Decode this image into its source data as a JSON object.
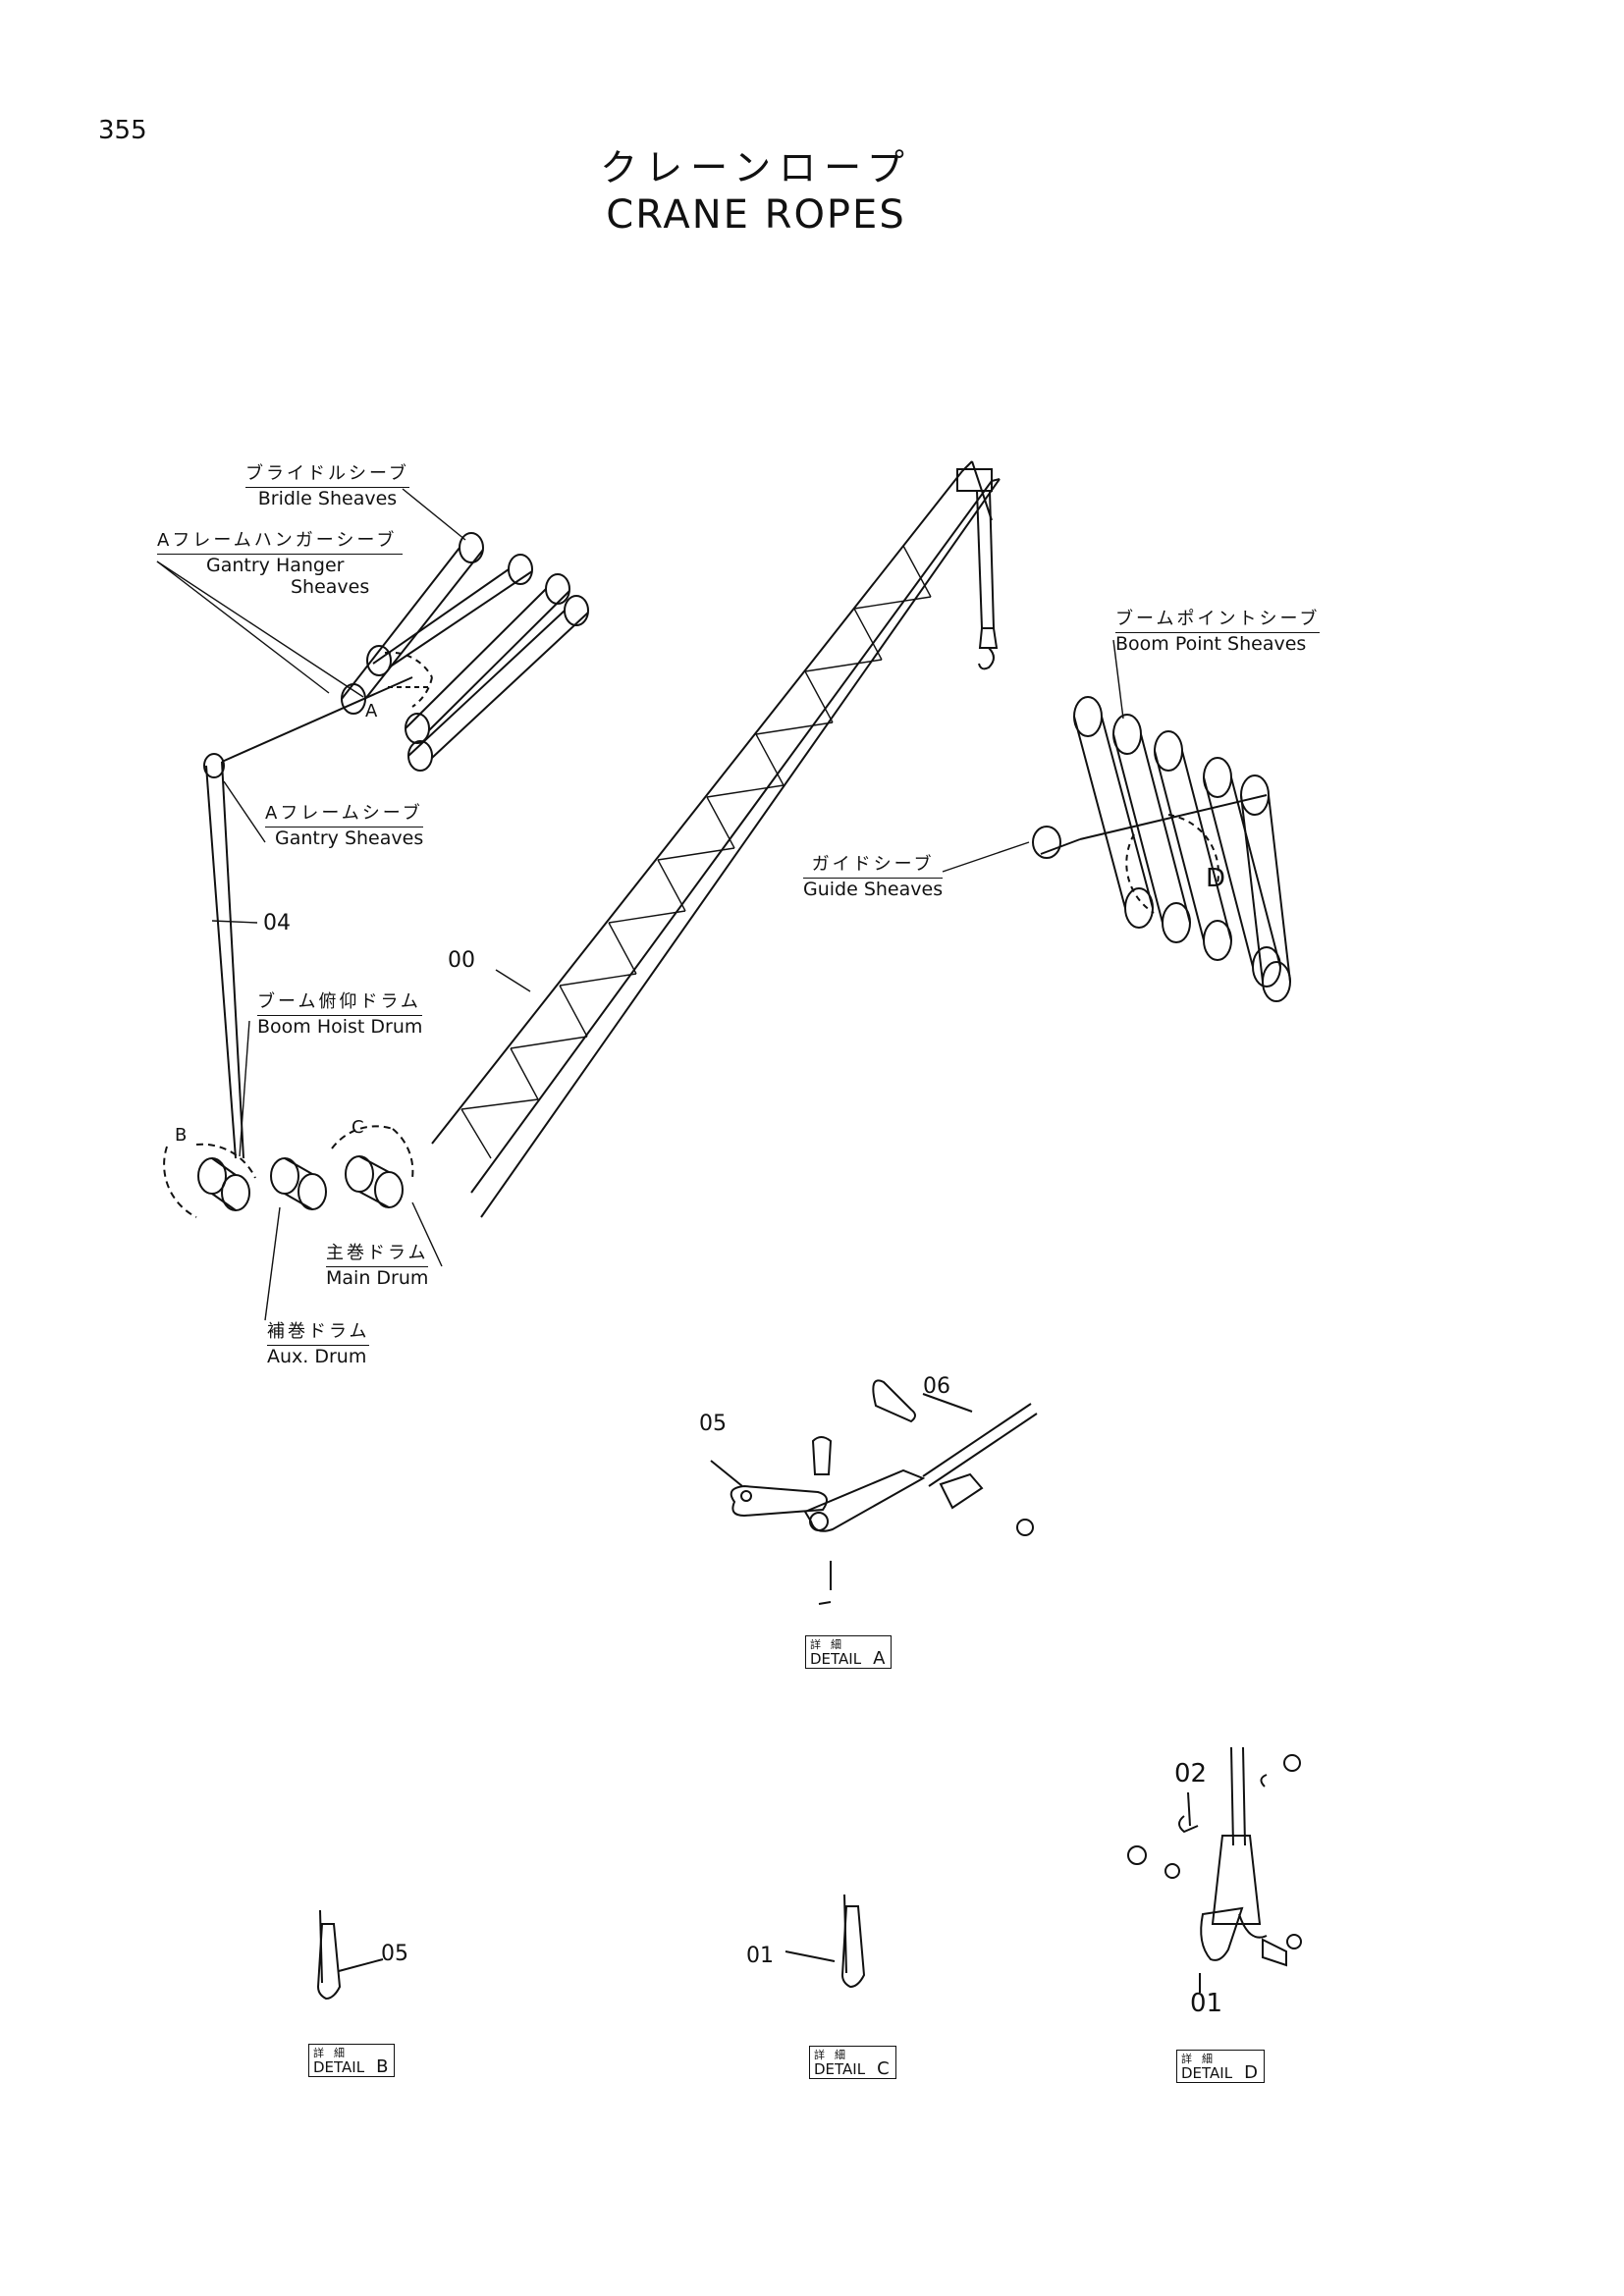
{
  "page_number": "355",
  "title": {
    "japanese": "クレーンロープ",
    "english": "CRANE ROPES"
  },
  "labels": {
    "bridle_sheaves": {
      "jp": "ブライドルシーブ",
      "en": "Bridle Sheaves"
    },
    "gantry_hanger_sheaves": {
      "jp": "Aフレームハンガーシーブ",
      "en_line1": "Gantry Hanger",
      "en_line2": "Sheaves"
    },
    "gantry_sheaves": {
      "jp": "Aフレームシーブ",
      "en": "Gantry Sheaves"
    },
    "boom_hoist_drum": {
      "jp": "ブーム俯仰ドラム",
      "en": "Boom Hoist Drum"
    },
    "main_drum": {
      "jp": "主巻ドラム",
      "en": "Main Drum"
    },
    "aux_drum": {
      "jp": "補巻ドラム",
      "en": "Aux. Drum"
    },
    "boom_point_sheaves": {
      "jp": "ブームポイントシーブ",
      "en": "Boom Point Sheaves"
    },
    "guide_sheaves": {
      "jp": "ガイドシーブ",
      "en": "Guide Sheaves"
    }
  },
  "callouts": {
    "part_00": "00",
    "part_04": "04",
    "part_05_detail_a": "05",
    "part_06": "06",
    "part_05_detail_b": "05",
    "part_01_detail_c": "01",
    "part_02": "02",
    "part_01_detail_d": "01",
    "letter_a": "A",
    "letter_b": "B",
    "letter_c": "C",
    "letter_d": "D"
  },
  "details": {
    "jp": "詳細",
    "en": "DETAIL",
    "a": "A",
    "b": "B",
    "c": "C",
    "d": "D"
  }
}
